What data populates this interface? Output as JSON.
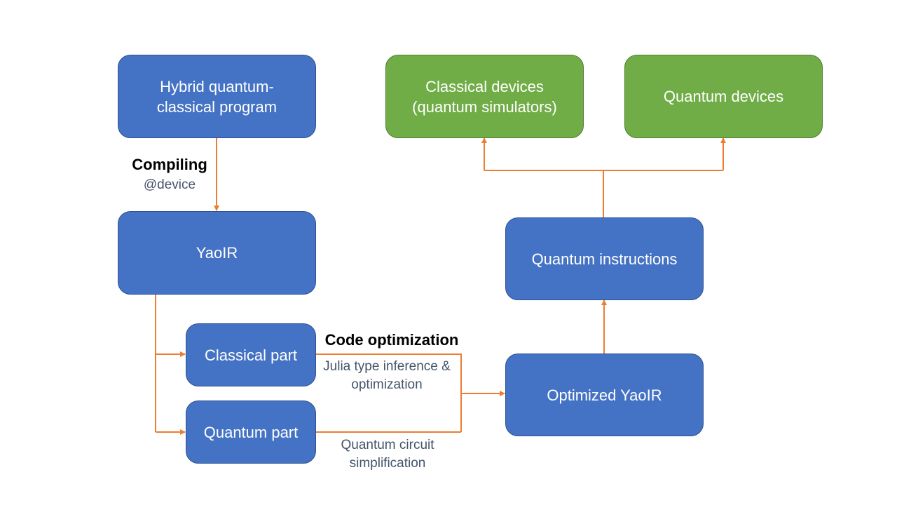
{
  "nodes": {
    "hybrid_program": "Hybrid quantum-classical program",
    "yaoir": "YaoIR",
    "classical_part": "Classical part",
    "quantum_part": "Quantum part",
    "optimized_yaoir": "Optimized YaoIR",
    "quantum_instructions": "Quantum instructions",
    "classical_devices": "Classical devices (quantum simulators)",
    "quantum_devices": "Quantum devices"
  },
  "labels": {
    "compiling": "Compiling",
    "compiling_sub": "@device",
    "code_optimization": "Code optimization",
    "julia_inference": "Julia type inference & optimization",
    "circuit_simplification": "Quantum circuit simplification"
  },
  "colors": {
    "node_blue": "#4472c4",
    "node_green": "#70ad47",
    "connector": "#ed7d31",
    "sub_text": "#44546a"
  }
}
